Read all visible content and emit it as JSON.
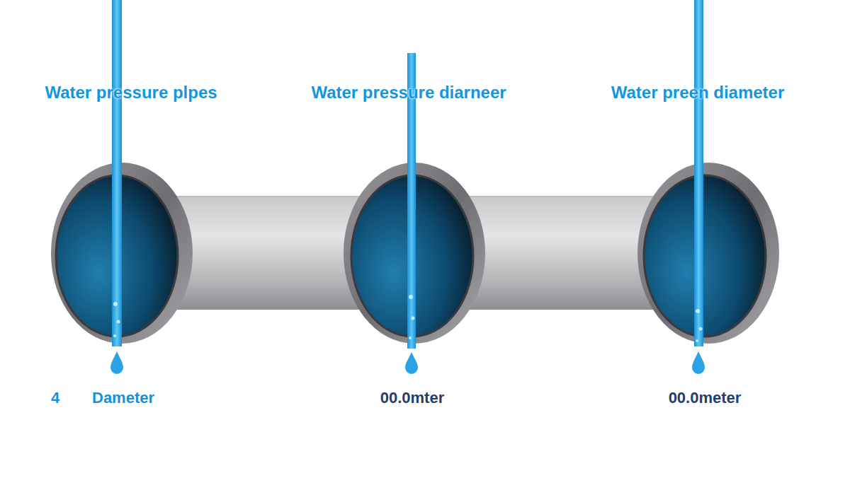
{
  "diagram": {
    "labels": [
      "Water pressure plpes",
      "Water pressure diarneer",
      "Water preen diameter",
      "4",
      "Dameter",
      "00.0mter",
      "00.0meter"
    ]
  }
}
